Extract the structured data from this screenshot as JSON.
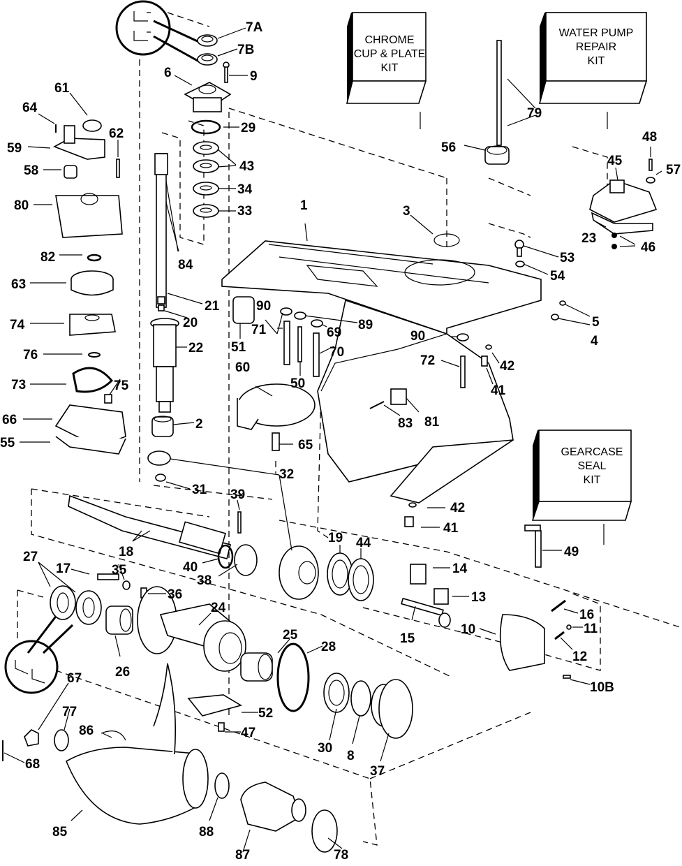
{
  "diagram": {
    "title": "Gearcase exploded parts diagram",
    "kits": [
      {
        "id": "92",
        "lines": [
          "CHROME",
          "CUP & PLATE",
          "KIT"
        ]
      },
      {
        "id": "91",
        "lines": [
          "WATER PUMP",
          "REPAIR",
          "KIT"
        ]
      },
      {
        "id": "93",
        "lines": [
          "GEARCASE",
          "SEAL",
          "KIT"
        ]
      }
    ],
    "callouts": {
      "c7A": "7A",
      "c7B": "7B",
      "c9": "9",
      "c6": "6",
      "c61": "61",
      "c64": "64",
      "c62": "62",
      "c59": "59",
      "c58": "58",
      "c29": "29",
      "c43": "43",
      "c34": "34",
      "c33": "33",
      "c80": "80",
      "c84": "84",
      "c82": "82",
      "c63": "63",
      "c21": "21",
      "c20": "20",
      "c74": "74",
      "c22": "22",
      "c76": "76",
      "c73": "73",
      "c75": "75",
      "c66": "66",
      "c55": "55",
      "c2": "2",
      "c31": "31",
      "c32": "32",
      "c39": "39",
      "c18": "18",
      "c40": "40",
      "c38": "38",
      "c19": "19",
      "c44": "44",
      "c27": "27",
      "c17": "17",
      "c35": "35",
      "c36": "36",
      "c24": "24",
      "c26": "26",
      "c25": "25",
      "c28": "28",
      "c67": "67",
      "c77": "77",
      "c86": "86",
      "c52": "52",
      "c47": "47",
      "c30": "30",
      "c8": "8",
      "c37": "37",
      "c68": "68",
      "c85": "85",
      "c88": "88",
      "c87": "87",
      "c78": "78",
      "c1": "1",
      "c3": "3",
      "c79": "79",
      "c56": "56",
      "c48": "48",
      "c45": "45",
      "c57": "57",
      "c23": "23",
      "c46": "46",
      "c53": "53",
      "c54": "54",
      "c5": "5",
      "c4": "4",
      "c90a": "90",
      "c71": "71",
      "c89": "89",
      "c69": "69",
      "c51": "51",
      "c70": "70",
      "c50": "50",
      "c60": "60",
      "c65": "65",
      "c90b": "90",
      "c72": "72",
      "c42a": "42",
      "c41a": "41",
      "c83": "83",
      "c81": "81",
      "c42b": "42",
      "c41b": "41",
      "c49": "49",
      "c14": "14",
      "c13": "13",
      "c16": "16",
      "c11": "11",
      "c15": "15",
      "c10": "10",
      "c12": "12",
      "c10B": "10B"
    }
  }
}
